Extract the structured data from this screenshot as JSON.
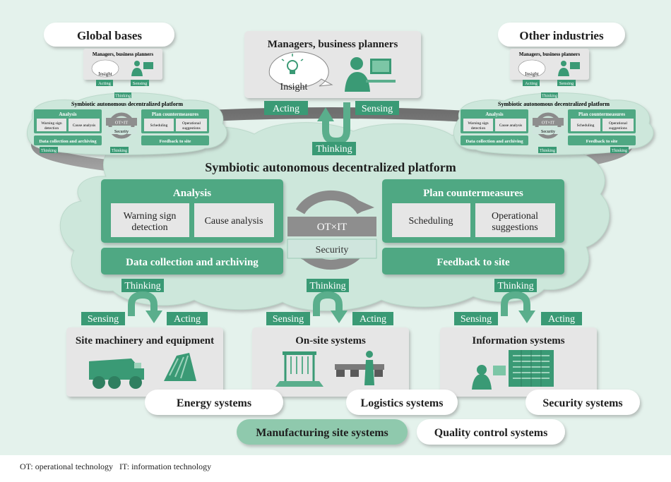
{
  "platform": {
    "title": "Symbiotic autonomous decentralized platform",
    "analysis": {
      "title": "Analysis",
      "warning": [
        "Warning sign",
        "detection"
      ],
      "cause": "Cause analysis"
    },
    "plan": {
      "title": "Plan countermeasures",
      "scheduling": "Scheduling",
      "suggestions": [
        "Operational",
        "suggestions"
      ]
    },
    "otit": "OT×IT",
    "security": "Security",
    "data_collection": "Data collection and archiving",
    "feedback": "Feedback to site"
  },
  "top": {
    "managers": "Managers, business planners",
    "insight": "Insight",
    "acting": "Acting",
    "sensing": "Sensing",
    "thinking": "Thinking"
  },
  "global_bases": {
    "title": "Global bases",
    "managers": "Managers, business planners",
    "insight": "Insight",
    "acting": "Acting",
    "sensing": "Sensing",
    "thinking": "Thinking",
    "platform": "Symbiotic autonomous decentralized platform",
    "analysis": "Analysis",
    "warning": [
      "Warning sign",
      "detection"
    ],
    "cause": "Cause analysis",
    "plan": "Plan countermeasures",
    "scheduling": "Scheduling",
    "suggestions": [
      "Operational",
      "suggestions"
    ],
    "otit": "OT×IT",
    "security": "Security",
    "data": "Data collection and archiving",
    "feedback": "Feedback to site"
  },
  "other_industries": {
    "title": "Other industries",
    "managers": "Managers, business planners",
    "insight": "Insight",
    "acting": "Acting",
    "sensing": "Sensing",
    "thinking": "Thinking",
    "platform": "Symbiotic autonomous decentralized platform",
    "analysis": "Analysis",
    "warning": [
      "Warning sign",
      "detection"
    ],
    "cause": "Cause analysis",
    "plan": "Plan countermeasures",
    "scheduling": "Scheduling",
    "suggestions": [
      "Operational",
      "suggestions"
    ],
    "otit": "OT×IT",
    "security": "Security",
    "data": "Data collection and archiving",
    "feedback": "Feedback to site"
  },
  "sites": [
    {
      "title": "Site machinery and equipment",
      "sensing": "Sensing",
      "acting": "Acting",
      "thinking": "Thinking"
    },
    {
      "title": "On-site systems",
      "sensing": "Sensing",
      "acting": "Acting",
      "thinking": "Thinking"
    },
    {
      "title": "Information systems",
      "sensing": "Sensing",
      "acting": "Acting",
      "thinking": "Thinking"
    }
  ],
  "systems": {
    "energy": "Energy systems",
    "logistics": "Logistics systems",
    "security": "Security systems",
    "manufacturing": "Manufacturing site systems",
    "quality": "Quality control systems"
  },
  "footnote": "OT: operational technology   IT: information technology",
  "colors": {
    "background": "#e4f2ec",
    "cloud": "#cde7db",
    "green_dark": "#3a9a75",
    "green_box": "#4fa883",
    "gray_box": "#e6e6e6",
    "ring": "#8e8e8e"
  }
}
